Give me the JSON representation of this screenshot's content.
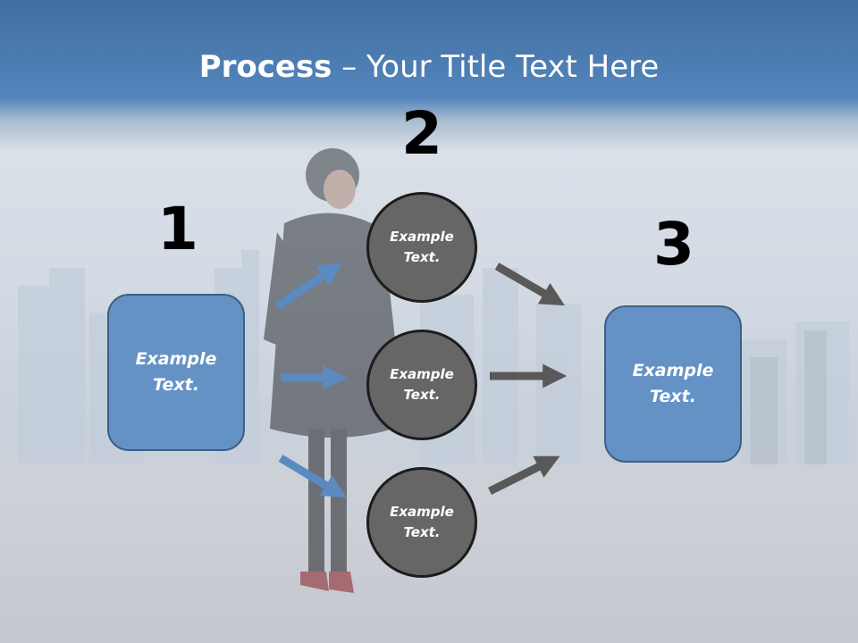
{
  "slide": {
    "title_bold": "Process",
    "title_rest": " – Your Title Text Here",
    "steps": [
      {
        "number": "1"
      },
      {
        "number": "2"
      },
      {
        "number": "3"
      }
    ],
    "left_box": {
      "line1": "Example",
      "line2": "Text."
    },
    "right_box": {
      "line1": "Example",
      "line2": "Text."
    },
    "circles": [
      {
        "line1": "Example",
        "line2": "Text."
      },
      {
        "line1": "Example",
        "line2": "Text."
      },
      {
        "line1": "Example",
        "line2": "Text."
      }
    ],
    "colors": {
      "box_fill": "#6592c4",
      "box_border": "#3e5f86",
      "circle_fill": "#666666",
      "blue_arrow": "#5b8ac1",
      "gray_arrow": "#595959",
      "header_blue": "#4a78ad"
    }
  }
}
